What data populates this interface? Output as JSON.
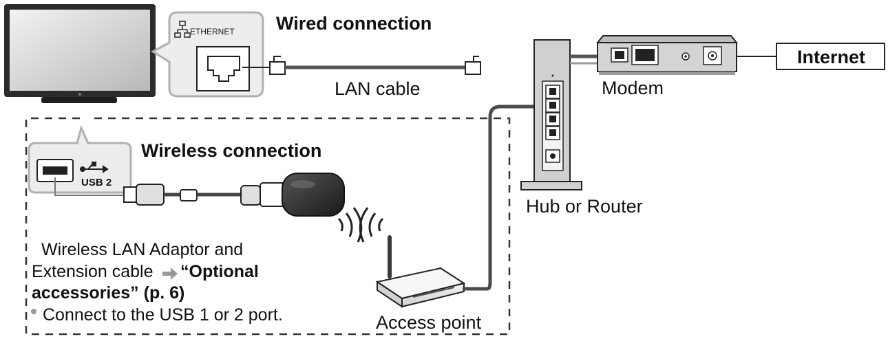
{
  "wired": {
    "heading": "Wired connection",
    "cable_label": "LAN cable",
    "port_label": "ETHERNET"
  },
  "wireless": {
    "heading": "Wireless connection",
    "port_label": "USB 2",
    "note_line1": "Wireless LAN Adaptor and",
    "note_line2_plain": "Extension cable",
    "note_line2_bold": "“Optional",
    "note_line3": "accessories” (p. 6)",
    "bullet": "Connect to the USB 1 or 2 port.",
    "access_point_label": "Access point"
  },
  "network": {
    "hub_label": "Hub or Router",
    "modem_label": "Modem",
    "internet_label": "Internet"
  },
  "colors": {
    "device_gray": "#c9c9c9",
    "dark_gray": "#4a4a4a",
    "line": "#222222",
    "callout": "#b5b5b5"
  }
}
